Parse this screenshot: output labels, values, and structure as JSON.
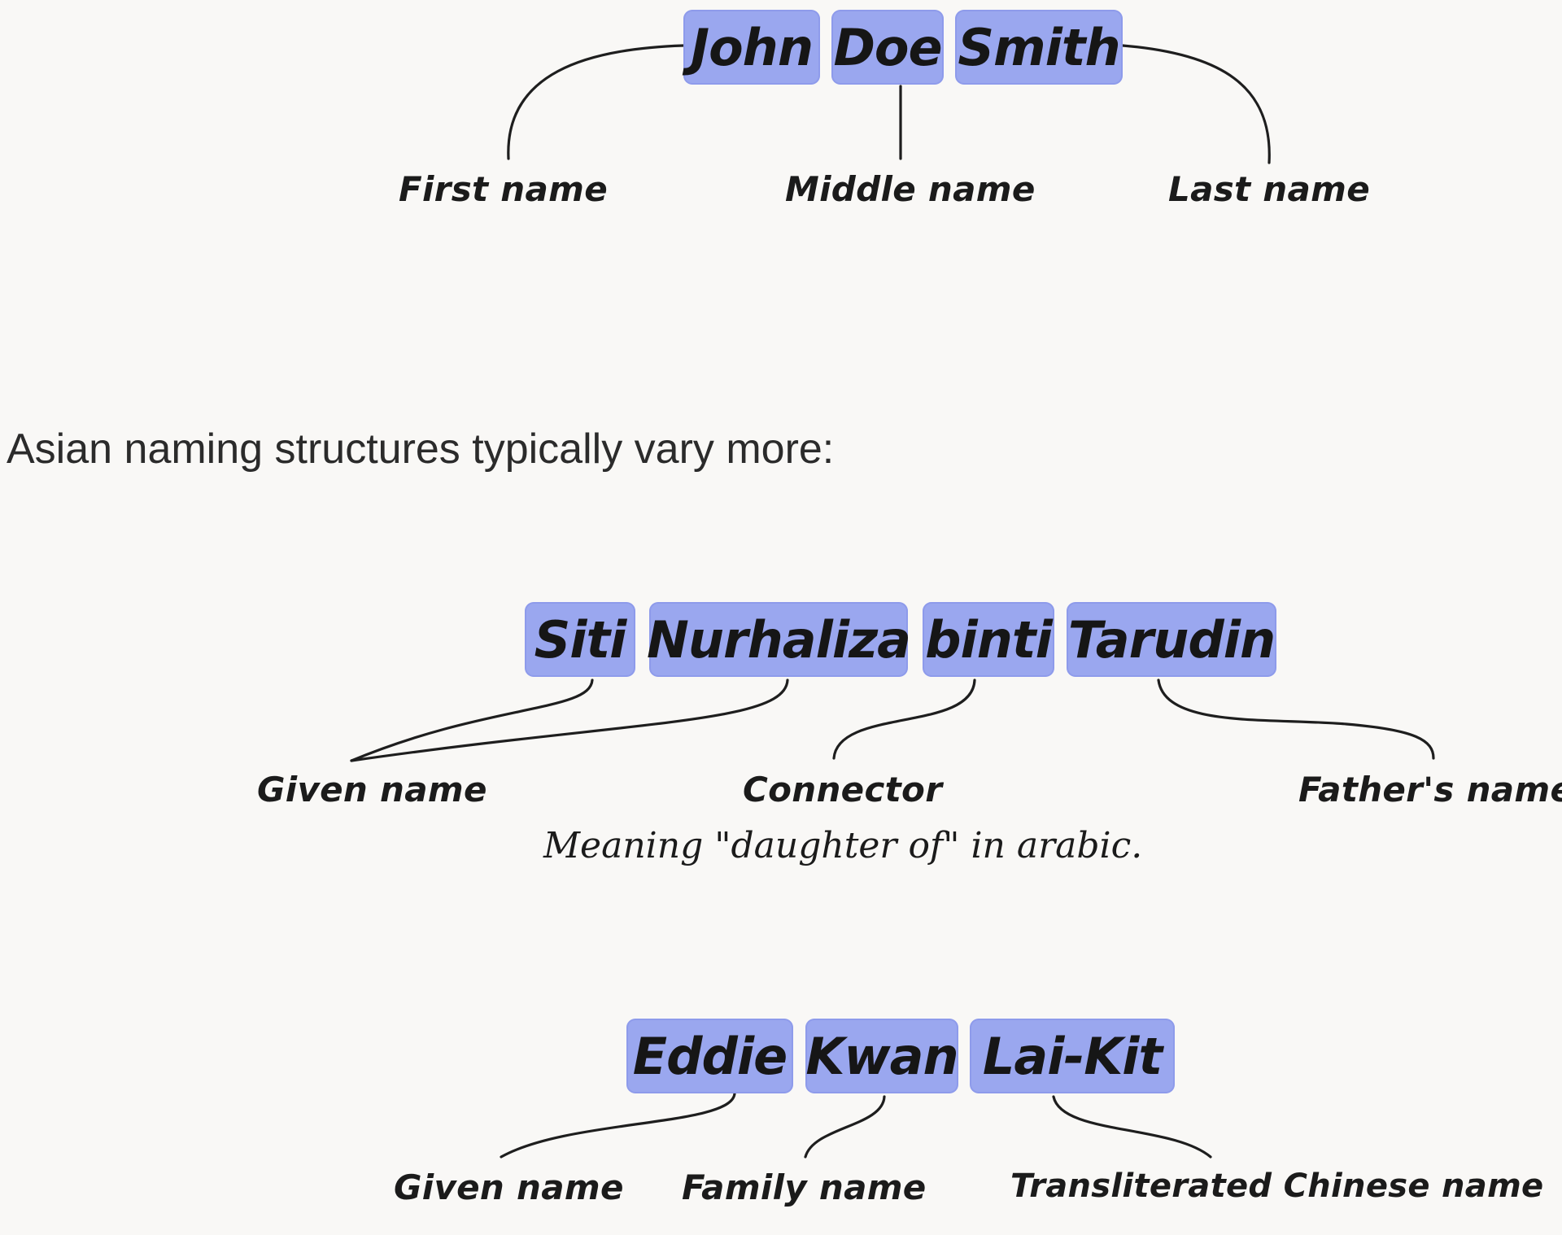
{
  "western": {
    "tokens": [
      "John",
      "Doe",
      "Smith"
    ],
    "labels": [
      "First name",
      "Middle name",
      "Last name"
    ]
  },
  "intro_text": "Asian naming structures typically vary more:",
  "malay": {
    "tokens": [
      "Siti",
      "Nurhaliza",
      "binti",
      "Tarudin"
    ],
    "labels": [
      "Given name",
      "Connector",
      "Father's name"
    ],
    "note": "Meaning \"daughter of\" in arabic."
  },
  "chinese": {
    "tokens": [
      "Eddie",
      "Kwan",
      "Lai-Kit"
    ],
    "labels": [
      "Given name",
      "Family name",
      "Transliterated Chinese name"
    ]
  },
  "colors": {
    "token_fill": "#9aa7ef",
    "line": "#1e1e1e",
    "background": "#f9f8f6"
  }
}
